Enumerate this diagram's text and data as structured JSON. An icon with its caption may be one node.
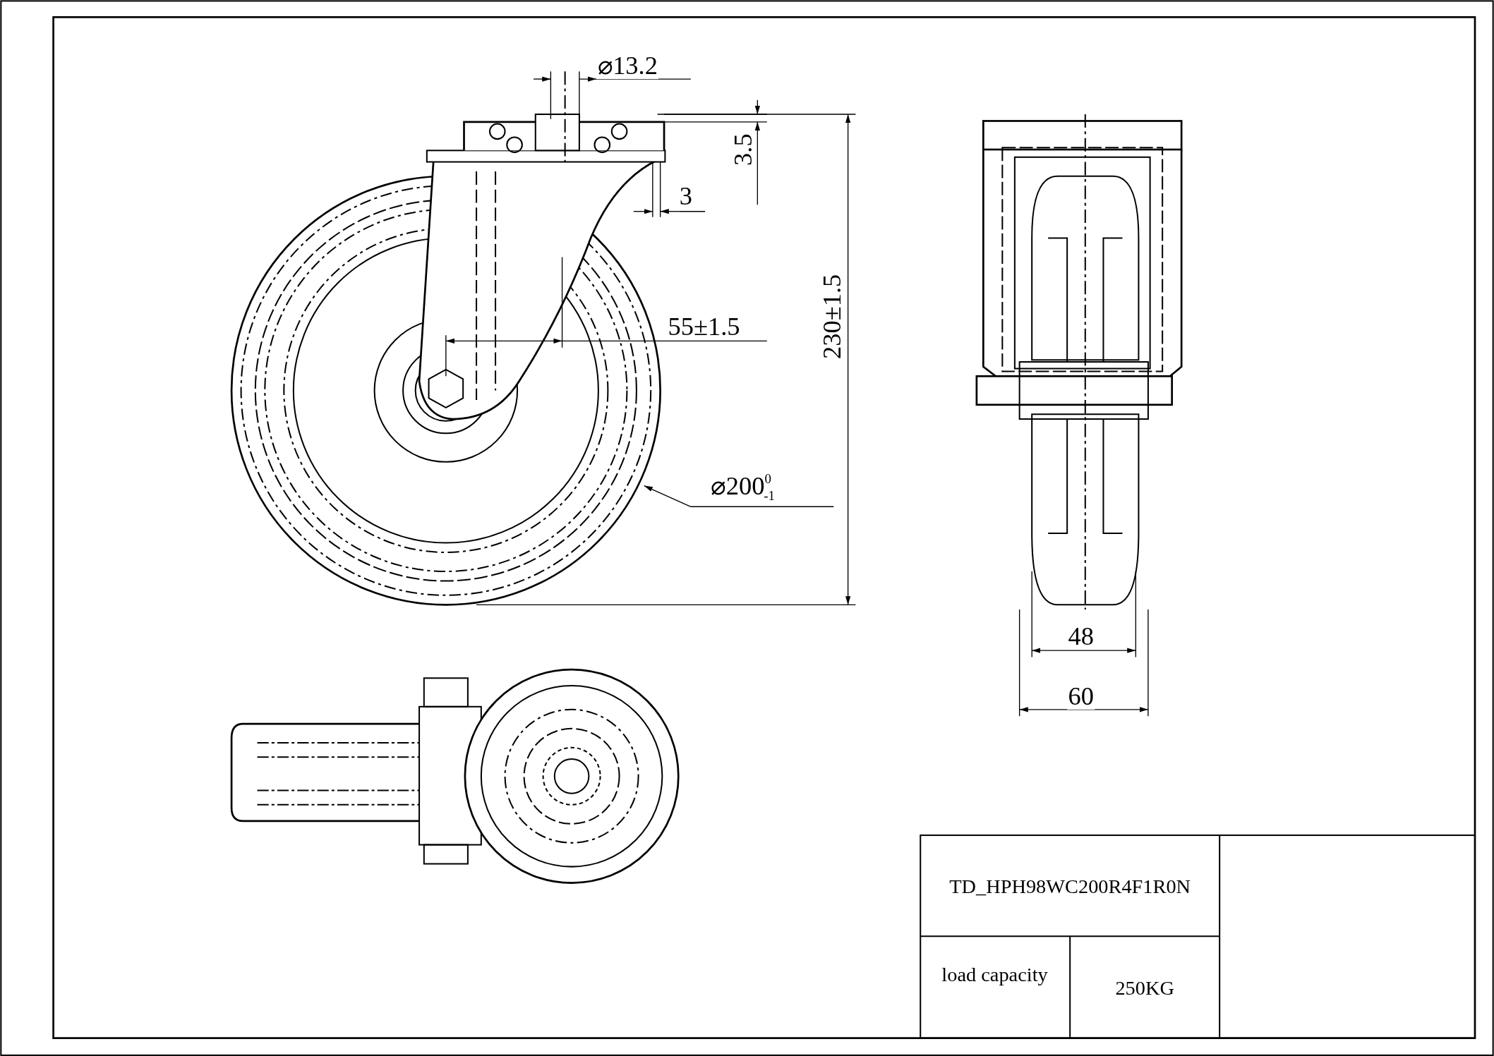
{
  "diagram": {
    "labels": [
      "⌀13.2",
      "3.5",
      "3",
      "55±1.5",
      "230±1.5",
      "⌀200$^{0}$$_{-1}$",
      "48",
      "60",
      "TD_HPH98WC200R4F1R0N",
      "load capacity",
      "250KG"
    ]
  }
}
